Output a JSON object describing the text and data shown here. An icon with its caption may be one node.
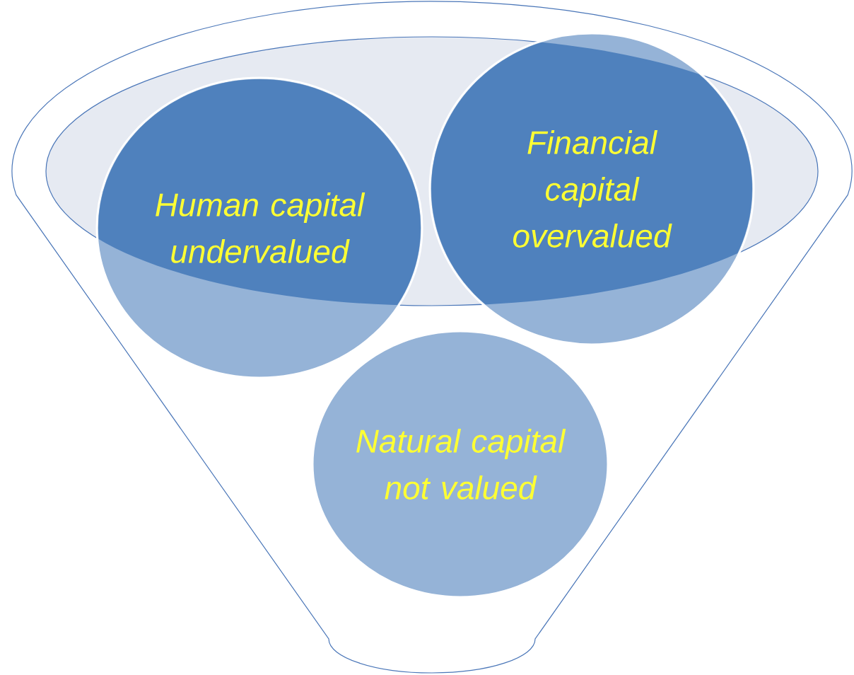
{
  "diagram": {
    "nodes": [
      {
        "text": [
          "Human capital undervalued"
        ]
      },
      {
        "text": [
          "Financial capital overvalued"
        ]
      },
      {
        "text": [
          "Natural capital not valued"
        ]
      }
    ]
  }
}
